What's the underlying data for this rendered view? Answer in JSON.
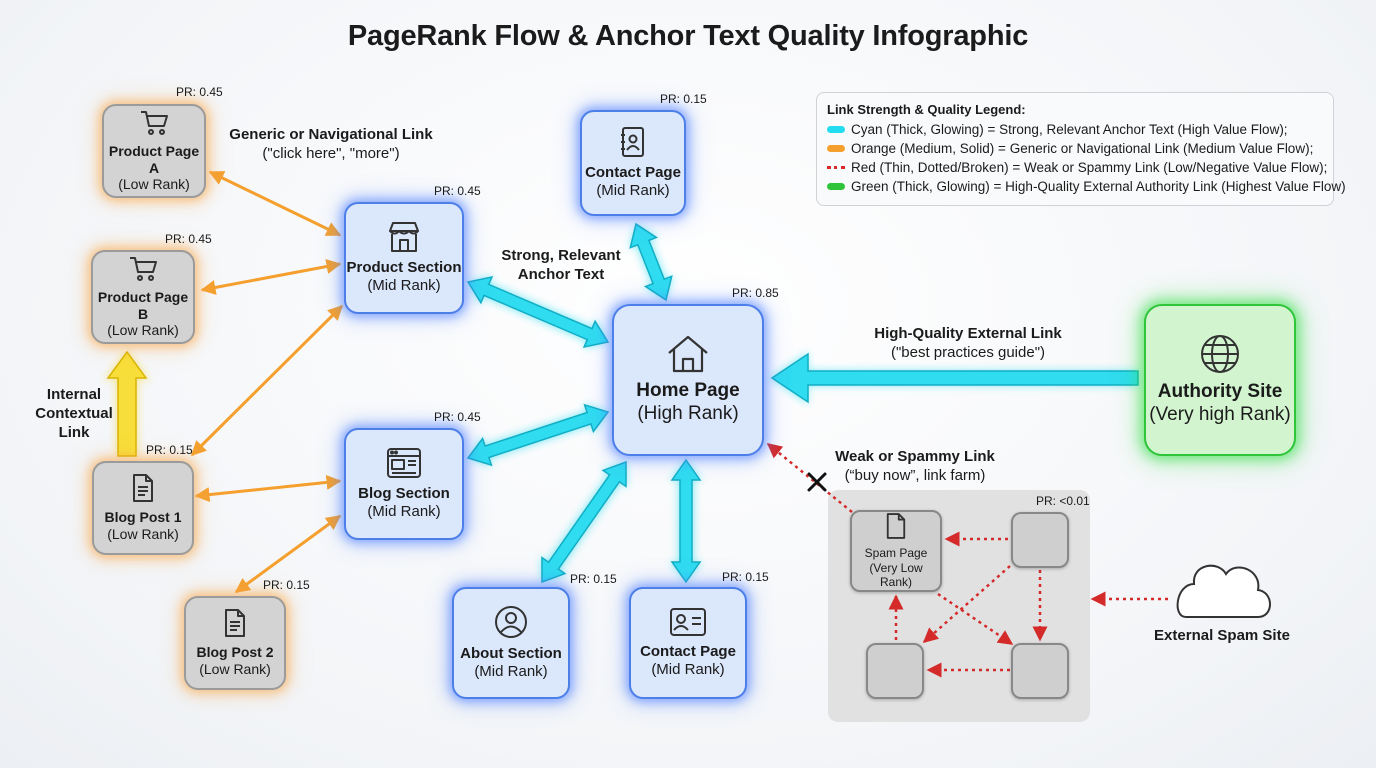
{
  "title": "PageRank Flow & Anchor Text Quality Infographic",
  "colors": {
    "strong": "#22dcf0",
    "medium": "#f5a02e",
    "weak": "#d42a2a",
    "authority": "#2fc43a",
    "internal": "#f6d21e"
  },
  "nodes": {
    "product_a": {
      "name": "Product Page A",
      "rank": "(Low Rank)",
      "pr": "PR: 0.45",
      "icon": "cart-icon"
    },
    "product_b": {
      "name": "Product Page B",
      "rank": "(Low Rank)",
      "pr": "PR: 0.45",
      "icon": "cart-icon"
    },
    "blog_post_1": {
      "name": "Blog Post 1",
      "rank": "(Low Rank)",
      "pr": "PR: 0.15",
      "icon": "document-icon"
    },
    "blog_post_2": {
      "name": "Blog Post 2",
      "rank": "(Low Rank)",
      "pr": "PR: 0.15",
      "icon": "document-icon"
    },
    "product_section": {
      "name": "Product Section",
      "rank": "(Mid Rank)",
      "pr": "PR: 0.45",
      "icon": "storefront-icon"
    },
    "blog_section": {
      "name": "Blog Section",
      "rank": "(Mid Rank)",
      "pr": "PR: 0.45",
      "icon": "browser-window-icon"
    },
    "contact_top": {
      "name": "Contact Page",
      "rank": "(Mid Rank)",
      "pr": "PR: 0.15",
      "icon": "address-book-icon"
    },
    "home": {
      "name": "Home Page",
      "rank": "(High Rank)",
      "pr": "PR: 0.85",
      "icon": "house-icon"
    },
    "about": {
      "name": "About Section",
      "rank": "(Mid Rank)",
      "pr": "PR: 0.15",
      "icon": "user-circle-icon"
    },
    "contact_bottom": {
      "name": "Contact Page",
      "rank": "(Mid Rank)",
      "pr": "PR: 0.15",
      "icon": "id-card-icon"
    },
    "authority": {
      "name": "Authority Site",
      "rank": "(Very high Rank)",
      "icon": "globe-icon"
    },
    "spam_page": {
      "name": "Spam Page",
      "rank": "(Very Low Rank)",
      "pr": "PR: <0.01",
      "icon": "document-icon"
    },
    "external_spam": {
      "name": "External Spam Site",
      "icon": "cloud-icon"
    }
  },
  "labels": {
    "generic": {
      "title": "Generic or Navigational Link",
      "sub": "(\"click here\", \"more\")"
    },
    "strong": {
      "line1": "Strong, Relevant",
      "line2": "Anchor Text"
    },
    "internal": {
      "line1": "Internal",
      "line2": "Contextual",
      "line3": "Link"
    },
    "external": {
      "title": "High-Quality External Link",
      "sub": "(\"best practices guide\")"
    },
    "weak": {
      "title": "Weak or Spammy Link",
      "sub": "(“buy now”, link farm)"
    }
  },
  "legend": {
    "title": "Link Strength & Quality Legend:",
    "items": [
      {
        "color": "#22dcf0",
        "style": "solid",
        "text": "Cyan (Thick, Glowing) = Strong, Relevant Anchor Text (High Value Flow);"
      },
      {
        "color": "#f5a02e",
        "style": "solid",
        "text": "Orange (Medium, Solid) = Generic or Navigational Link (Medium Value Flow);"
      },
      {
        "color": "#d42a2a",
        "style": "dotted",
        "text": "Red (Thin, Dotted/Broken) = Weak or Spammy Link (Low/Negative Value Flow);"
      },
      {
        "color": "#2fc43a",
        "style": "solid",
        "text": "Green (Thick, Glowing) = High-Quality External Authority Link (Highest Value Flow)"
      }
    ]
  }
}
